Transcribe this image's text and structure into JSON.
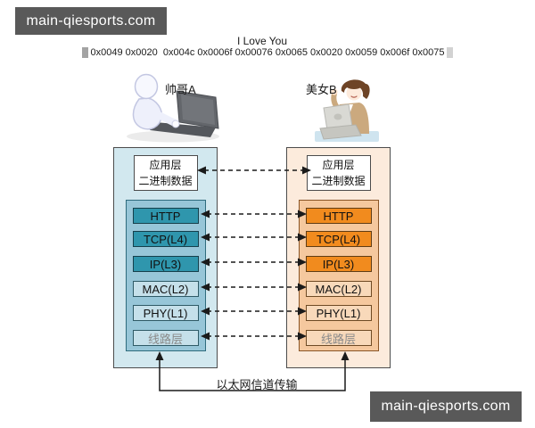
{
  "watermarks": {
    "top_left": "main-qiesports.com",
    "bottom_right": "main-qiesports.com"
  },
  "message": {
    "title": "I Love You",
    "hex": "0x0049 0x0020  0x004c 0x0006f 0x00076 0x0065 0x0020 0x0059 0x006f 0x0075"
  },
  "persons": {
    "sender": {
      "label": "帅哥A"
    },
    "receiver": {
      "label": "美女B"
    }
  },
  "stack": {
    "app_layer_line1": "应用层",
    "app_layer_line2": "二进制数据",
    "layers": [
      {
        "label": "HTTP",
        "highlight": true
      },
      {
        "label": "TCP(L4)",
        "highlight": true
      },
      {
        "label": "IP(L3)",
        "highlight": true
      },
      {
        "label": "MAC(L2)",
        "highlight": false
      },
      {
        "label": "PHY(L1)",
        "highlight": false
      },
      {
        "label": "线路层",
        "highlight": false
      }
    ]
  },
  "channel": {
    "label": "以太网信道传输"
  },
  "colors": {
    "left_panel": "#d2e8ef",
    "left_inner": "#97c6d8",
    "left_highlight_box": "#2f96ad",
    "left_light_box": "#c5e0ea",
    "right_panel": "#fcebdc",
    "right_inner": "#f5c89e",
    "right_highlight_box": "#f18b1e",
    "right_light_box": "#f8d9ba",
    "watermark_bg": "#595959",
    "arrow": "#1a1a1a"
  }
}
